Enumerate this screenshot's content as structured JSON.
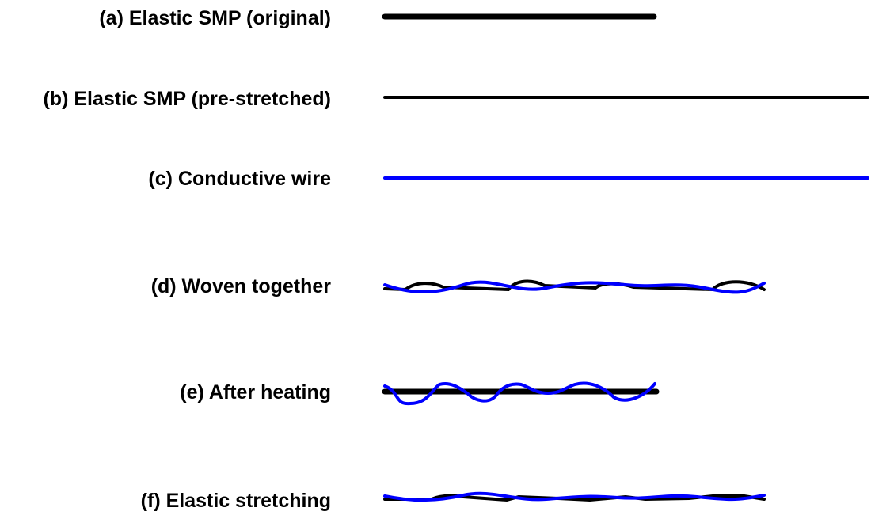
{
  "diagram": {
    "colors": {
      "smp": "#000000",
      "wire": "#0000ff",
      "background": "#ffffff"
    },
    "rows": [
      {
        "id": "a",
        "label": "(a) Elastic SMP (original)",
        "kind": "thick-line"
      },
      {
        "id": "b",
        "label": "(b) Elastic SMP (pre-stretched)",
        "kind": "thin-line"
      },
      {
        "id": "c",
        "label": "(c) Conductive wire",
        "kind": "wire-line"
      },
      {
        "id": "d",
        "label": "(d) Woven together",
        "kind": "woven"
      },
      {
        "id": "e",
        "label": "(e) After heating",
        "kind": "heated"
      },
      {
        "id": "f",
        "label": "(f) Elastic stretching",
        "kind": "stretched"
      }
    ]
  }
}
